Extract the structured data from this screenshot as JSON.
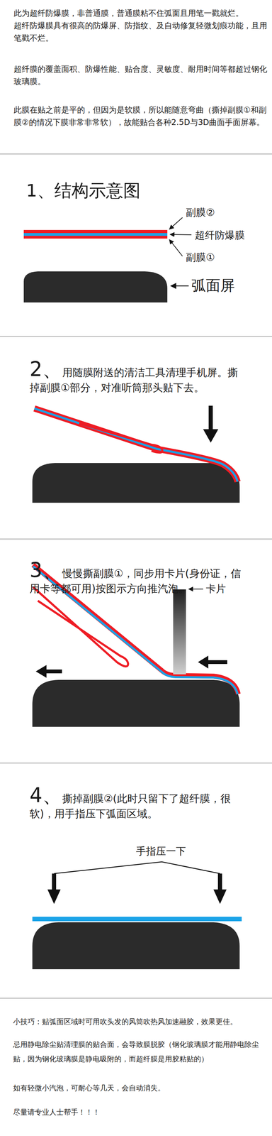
{
  "diagram": {
    "labels": [
      "此为超纤防爆膜，非普通膜，普通膜粘不住弧面且用笔一戳就烂。",
      "超纤防爆膜具有很高的防爆屏、防指纹、及自动修复轻微划痕功能，且用笔戳不烂。",
      "超纤膜的覆盖面积、防爆性能、贴合度、灵敏度、耐用时间等都超过钢化玻璃膜。",
      "此膜在贴之前是平的，但因为是软膜，所以能随意弯曲（撕掉副膜①和副膜②的情况下膜非常非常软），故能贴合各种2.5D与3D曲面手面屏幕。",
      "1、结构示意图",
      "副膜②",
      "超纤防爆膜",
      "副膜①",
      "弧面屏",
      "2、用随膜附送的清洁工具清理手机屏。撕掉副膜①部分，对准听筒那头贴下去。",
      "3、慢慢撕副膜①，同步用卡片(身份证，信用卡等都可用)按图示方向推汽泡。",
      "卡片",
      "4、撕掉副膜②(此时只留下了超纤膜，很软)，用手指压下弧面区域。",
      "手指压一下",
      "小技巧：贴弧面区域时可用吹头发的风筒吹热风加速融胶，效果更佳。",
      "忌用静电除尘贴清理膜的贴合面，会导致膜脱胶（钢化玻璃膜才能用静电除尘贴，因为钢化玻璃膜是静电吸附的，而超纤膜是用胶粘贴的）",
      "如有轻微小汽泡，可耐心等几天，会自动消失。",
      "尽量请专业人士帮手！！！"
    ]
  }
}
